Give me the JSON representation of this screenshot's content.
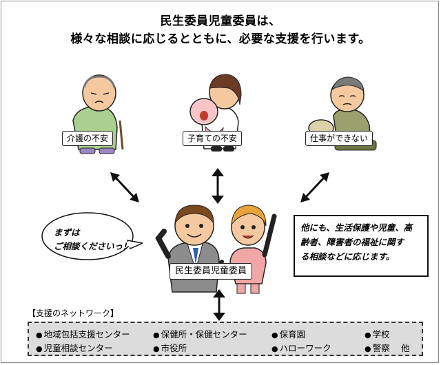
{
  "title": {
    "line1": "民生委員児童委員は、",
    "line2": "様々な相談に応じるとともに、必要な支援を行います。"
  },
  "concerns": [
    {
      "label": "介護の不安",
      "icon": "elderly-person-with-cane"
    },
    {
      "label": "子育ての不安",
      "icon": "mother-with-crying-baby"
    },
    {
      "label": "仕事ができない",
      "icon": "worried-man-sitting"
    }
  ],
  "speech_bubble": {
    "line1": "まずは",
    "line2": "ご相談くださいっ！"
  },
  "center_label": "民生委員児童委員",
  "note": {
    "line1": "他にも、生活保護や児童、高",
    "line2": "齢者、障害者の福祉に関す",
    "line3": "る相談などに応じます。"
  },
  "network": {
    "heading": "【支援のネットワーク】",
    "row1": [
      "地域包括支援センター",
      "保健所・保健センター",
      "保育園",
      "学校"
    ],
    "row2": [
      "児童相談センター",
      "市役所",
      "ハローワーク",
      "警察　 他"
    ]
  },
  "colors": {
    "accent": "#f2a7a7",
    "network_box_bg": "#dcdcdc",
    "frame_border": "#8a8a8a"
  }
}
